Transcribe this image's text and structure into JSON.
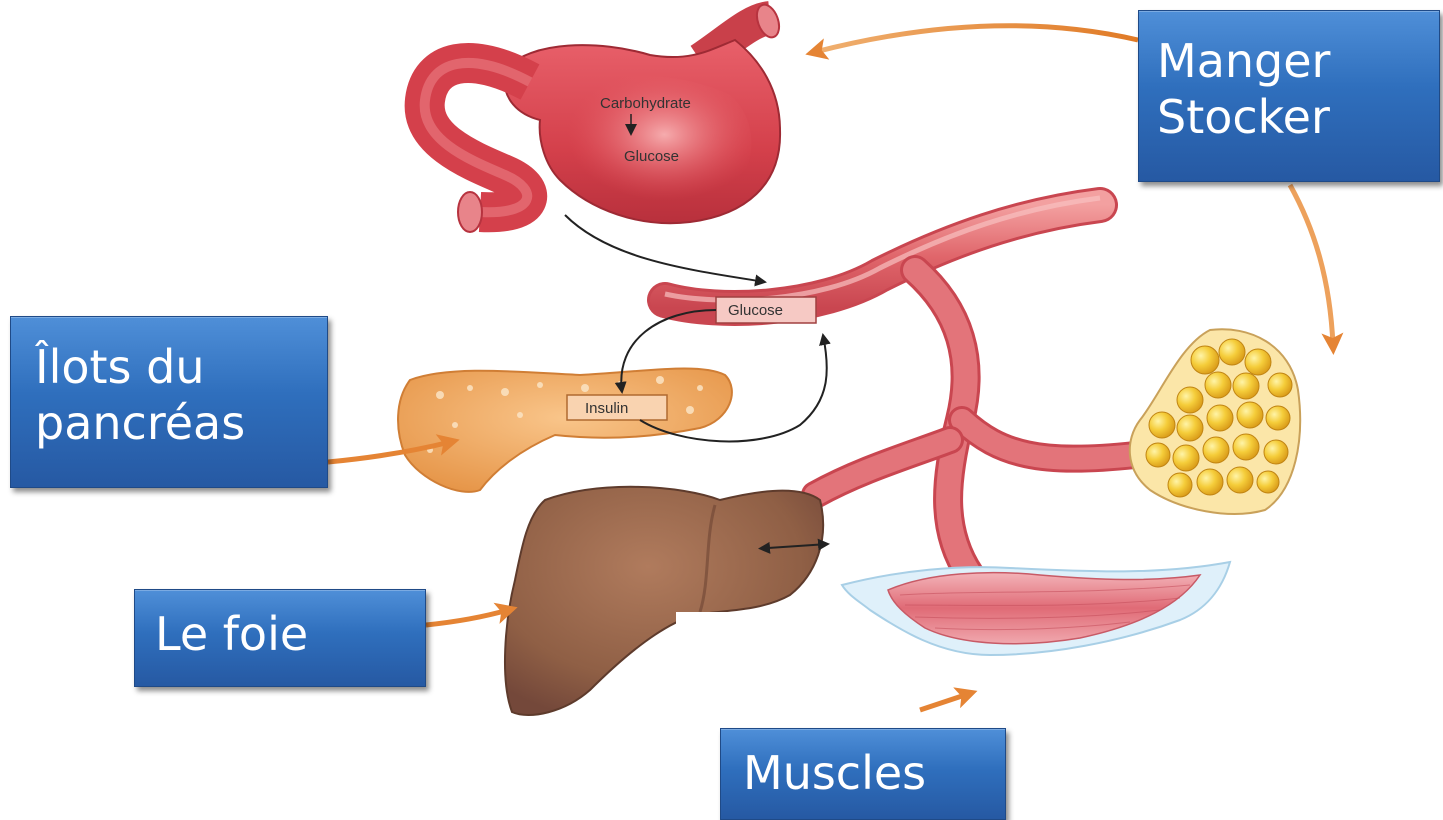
{
  "callouts": {
    "manger": {
      "line1": "Manger",
      "line2": "Stocker"
    },
    "ilots": {
      "line1": "Îlots du",
      "line2": "pancréas"
    },
    "foie": {
      "line1": "Le foie"
    },
    "muscles": {
      "line1": "Muscles"
    }
  },
  "stomach": {
    "label_top": "Carbohydrate",
    "label_bottom": "Glucose"
  },
  "vessel_label": "Glucose",
  "pancreas_label": "Insulin",
  "colors": {
    "callout_blue": "#2f6fbd",
    "orange_arrow": "#e8893a",
    "organ_red": "#d9454f",
    "pancreas_orange": "#f2a85c",
    "liver_brown": "#8f5f45",
    "fat_yellow": "#f5c43a"
  },
  "icons": [
    "stomach-icon",
    "blood-vessel-icon",
    "pancreas-icon",
    "liver-icon",
    "fat-tissue-icon",
    "muscle-icon"
  ]
}
